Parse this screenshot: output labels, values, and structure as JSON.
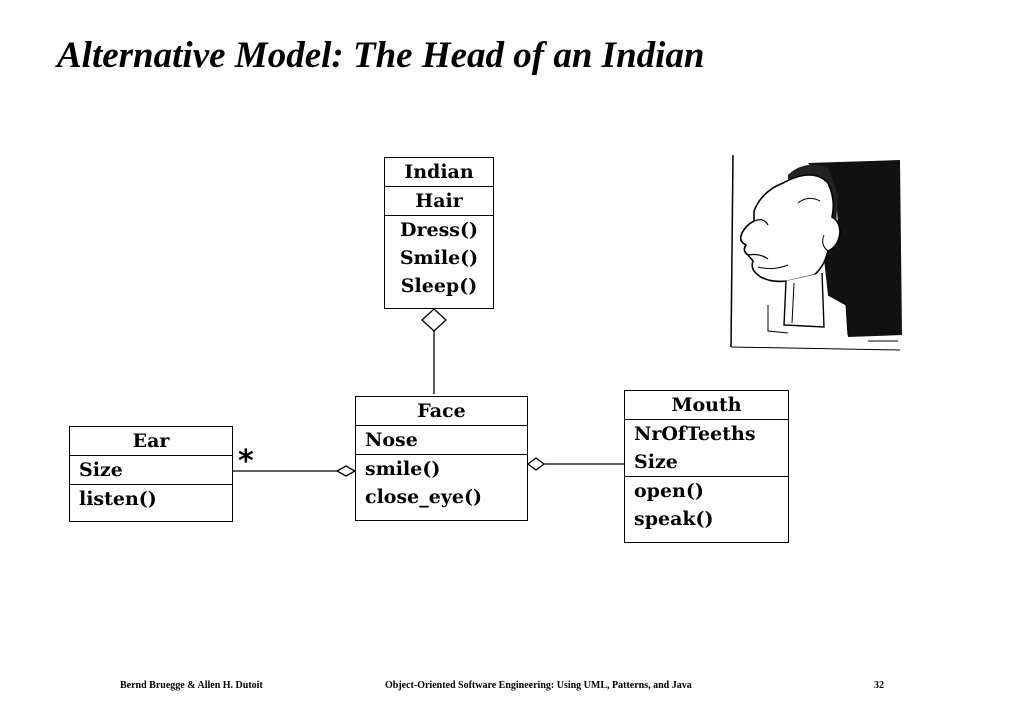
{
  "title": "Alternative Model: The Head of an Indian",
  "classes": {
    "indian": {
      "name": "Indian",
      "attributes": [
        "Hair"
      ],
      "operations": [
        "Dress()",
        "Smile()",
        "Sleep()"
      ]
    },
    "face": {
      "name": "Face",
      "attributes": [
        "Nose"
      ],
      "operations": [
        "smile()",
        "close_eye()"
      ]
    },
    "ear": {
      "name": "Ear",
      "attributes": [
        "Size"
      ],
      "operations": [
        "listen()"
      ]
    },
    "mouth": {
      "name": "Mouth",
      "attributes": [
        "NrOfTeeths",
        "Size"
      ],
      "operations": [
        "open()",
        "speak()"
      ]
    }
  },
  "multiplicity": "*",
  "footer": {
    "authors": "Bernd Bruegge & Allen H. Dutoit",
    "book": "Object-Oriented Software Engineering: Using UML, Patterns, and Java",
    "page": "32"
  },
  "icons": {
    "illustration": "indian-head-sketch-icon"
  }
}
